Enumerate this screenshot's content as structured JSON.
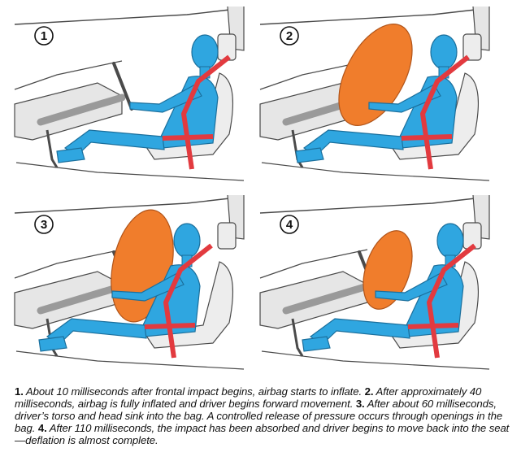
{
  "panels": [
    {
      "number": "1",
      "bag": "none"
    },
    {
      "number": "2",
      "bag": "full"
    },
    {
      "number": "3",
      "bag": "sink"
    },
    {
      "number": "4",
      "bag": "deflating"
    }
  ],
  "caption": {
    "n1": "1.",
    "t1": " About 10 milliseconds after frontal impact begins, airbag starts to inflate. ",
    "n2": "2.",
    "t2": " After approximately 40 milliseconds, airbag is fully inflated and driver begins forward movement. ",
    "n3": "3.",
    "t3": " After about 60 milliseconds, driver’s torso and head sink into the bag. A controlled release of pressure occurs through openings in the bag. ",
    "n4": "4.",
    "t4": " After 110 milliseconds, the impact has been absorbed and driver begins to move back into the seat—deflation is almost complete."
  },
  "colors": {
    "body": "#2fa6e0",
    "body_stroke": "#1b6f9c",
    "belt": "#e23a3f",
    "airbag": "#f07d2c",
    "car_line": "#4a4a4a",
    "car_fill": "#e6e6e6",
    "seat": "#ededed"
  }
}
